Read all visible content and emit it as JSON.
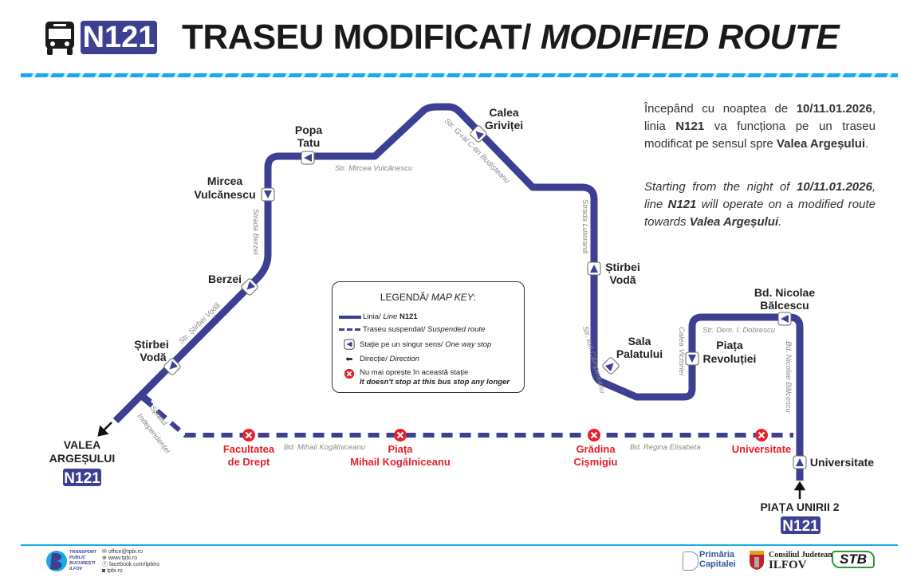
{
  "header": {
    "line_badge": "N121",
    "title_ro": "TRASEU MODIFICAT/",
    "title_en": "MODIFIED ROUTE"
  },
  "notice": {
    "ro": [
      "Începând cu noaptea de ",
      "10/11.01.2026",
      ", linia ",
      "N121",
      " va funcționa pe un traseu modificat pe sensul spre ",
      "Valea Argeșului",
      "."
    ],
    "en": [
      "Starting from the night of ",
      "10/11.01.2026",
      ", line ",
      "N121",
      " will operate on a modified route towards ",
      "Valea Argeșului",
      "."
    ]
  },
  "stops": {
    "stirbei_voda_1": [
      "Știrbei",
      "Vodă"
    ],
    "berzei": "Berzei",
    "mircea_vulcanescu": [
      "Mircea",
      "Vulcănescu"
    ],
    "popa_tatu": [
      "Popa",
      "Tatu"
    ],
    "calea_grivitei": [
      "Calea",
      "Griviței"
    ],
    "stirbei_voda_2": [
      "Știrbei",
      "Vodă"
    ],
    "sala_palatului": [
      "Sala",
      "Palatului"
    ],
    "piata_revolutiei": [
      "Piața",
      "Revoluției"
    ],
    "bd_nicolae_balcescu": [
      "Bd. Nicolae",
      "Bălcescu"
    ],
    "universitate": "Universitate"
  },
  "closed_stops": {
    "facultatea": [
      "Facultatea",
      "de Drept"
    ],
    "piata_kogalniceanu": [
      "Piața",
      "Mihail Kogălniceanu"
    ],
    "gradina_cismigiu": [
      "Grădina",
      "Cișmigiu"
    ],
    "universitate": "Universitate"
  },
  "streets": {
    "stirbei": "Str. Știrbei Vodă",
    "berzei": "Strada Berzei",
    "mircea": "Str. Mircea Vulcănescu",
    "budisteanu": "Str. G-ral C-tin Budișteanu",
    "luterana": "Strada Luterană",
    "campineanu": "Str. Ion Câmpineanu",
    "victoriei": "Calea Victoriei",
    "dobrescu": "Str. Dem. I. Dobrescu",
    "balcescu": "Bd. Nicolae Bălcescu",
    "splaiul": [
      "Splaiul",
      "Independenței"
    ],
    "kogalniceanu": "Bd. Mihail Kogălniceanu",
    "elisabeta": "Bd. Regina Elisabeta"
  },
  "termini": {
    "start": [
      "VALEA",
      "ARGEȘULUI"
    ],
    "start_badge": "N121",
    "end": "PIAȚA UNIRII 2",
    "end_badge": "N121"
  },
  "legend": {
    "title_ro": "LEGENDĂ/ ",
    "title_en": "MAP KEY",
    "title_colon": ":",
    "line_ro": "Linia/ ",
    "line_en": "Line",
    "line_num": " N121",
    "suspended_ro": "Traseu suspendat/ ",
    "suspended_en": "Suspended route",
    "oneway_ro": "Staţie pe un singur sens/ ",
    "oneway_en": "One way stop",
    "direction_ro": "Direcție/ ",
    "direction_en": "Direction",
    "nostop_ro": "Nu mai oprește în această stație",
    "nostop_en": "It doesn't stop at this bus stop any longer"
  },
  "footer": {
    "tpbi": [
      "TRANSPORT",
      "PUBLIC",
      "BUCUREȘTI",
      "ILFOV"
    ],
    "contacts": [
      "office@tpbi.ro",
      "www.tpbi.ro",
      "facebook.com/tpbiro",
      "tpbi.ro"
    ],
    "primaria": [
      "Primăria",
      "Capitalei"
    ],
    "consiliul": [
      "Consiliul Judetean",
      "ILFOV"
    ],
    "stb": "STB"
  },
  "colors": {
    "line": "#3d3f93",
    "closed": "#e8202a",
    "stripe": "#19a9e6"
  }
}
